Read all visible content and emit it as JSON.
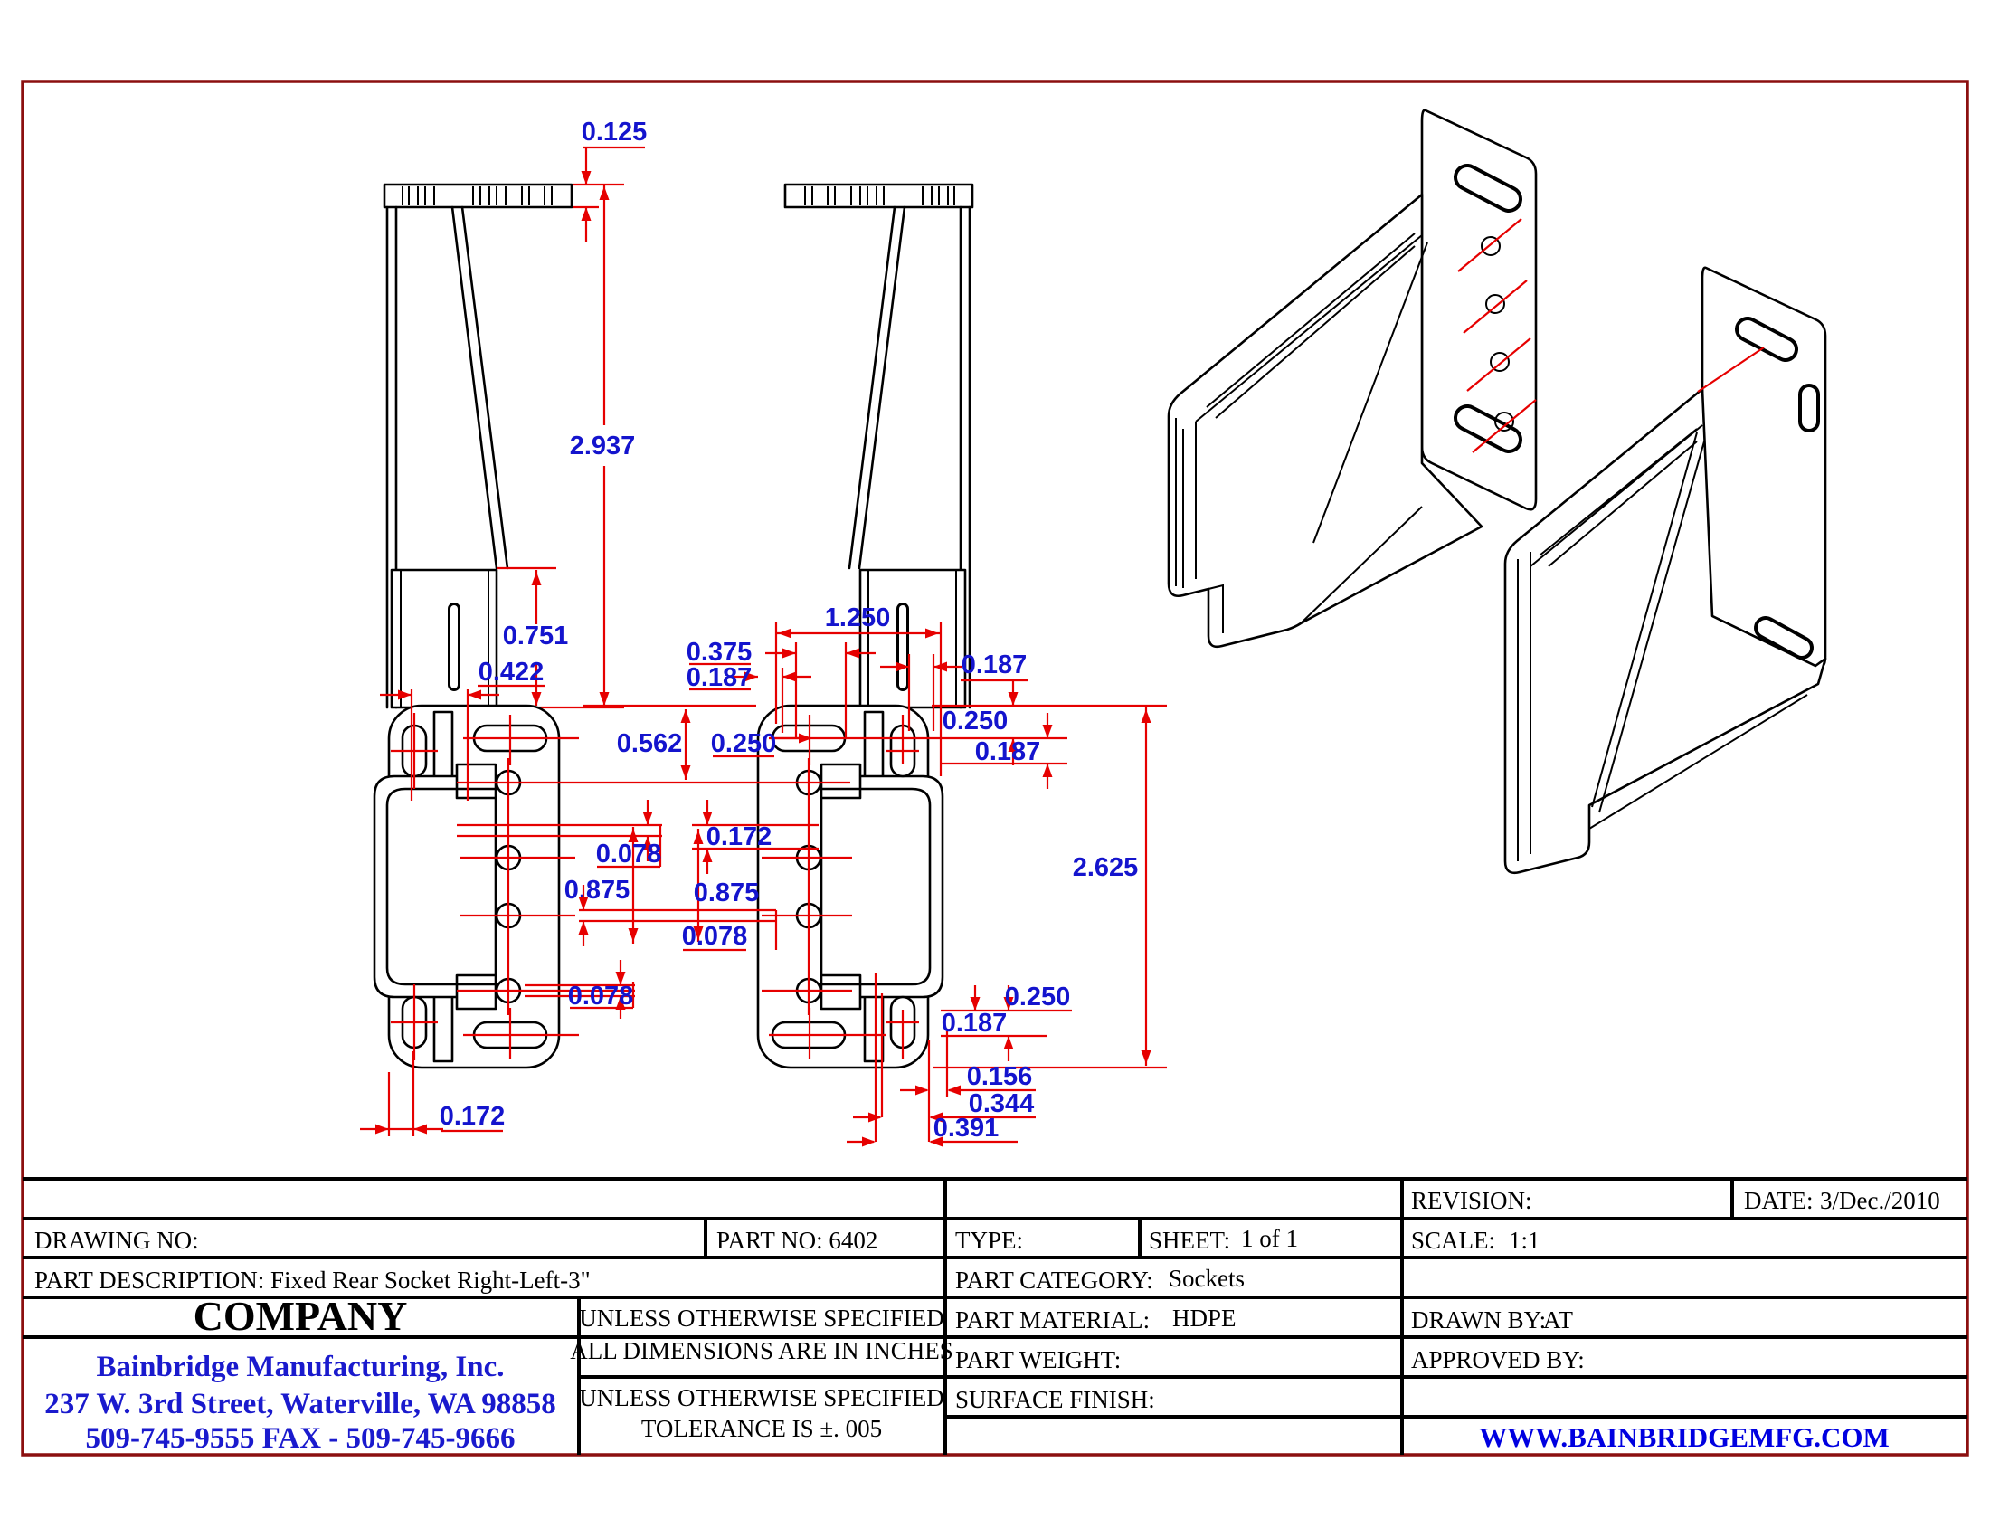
{
  "drawing": {
    "type": "engineering-drawing",
    "border_color": "#8b0f0f",
    "dimension_line_color": "#e60000",
    "dimension_text_color": "#1414cd",
    "object_line_color": "#000000"
  },
  "dims": {
    "d0125": "0.125",
    "d2937": "2.937",
    "d0751": "0.751",
    "d0422": "0.422",
    "d0562": "0.562",
    "d0250": "0.250",
    "d0375": "0.375",
    "d0187": "0.187",
    "d1250": "1.250",
    "d0172": "0.172",
    "d0078": "0.078",
    "d0875": "0.875",
    "d2625": "2.625",
    "d0156": "0.156",
    "d0344": "0.344",
    "d0391": "0.391"
  },
  "titleblock": {
    "revision_label": "REVISION:",
    "date_label": "DATE:",
    "date_value": "3/Dec./2010",
    "drawing_no_label": "DRAWING NO:",
    "part_no": "PART NO: 6402",
    "type_label": "TYPE:",
    "sheet_label": "SHEET:",
    "sheet_value": "1 of 1",
    "scale_label": "SCALE:",
    "scale_value": "1:1",
    "part_description": "PART DESCRIPTION: Fixed Rear Socket Right-Left-3\"",
    "part_category_label": "PART CATEGORY:",
    "part_category_value": "Sockets",
    "company": "COMPANY",
    "company_name": "Bainbridge Manufacturing, Inc.",
    "company_address": "237 W. 3rd Street, Waterville, WA 98858",
    "company_phone": "509-745-9555 FAX - 509-745-9666",
    "spec1_line1": "UNLESS OTHERWISE SPECIFIED",
    "spec1_line2": "ALL DIMENSIONS ARE IN INCHES",
    "spec2_line1": "UNLESS OTHERWISE SPECIFIED",
    "spec2_line2": "TOLERANCE IS  ±. 005",
    "part_material_label": "PART MATERIAL:",
    "part_material_value": "HDPE",
    "part_weight_label": "PART WEIGHT:",
    "surface_finish_label": "SURFACE FINISH:",
    "drawn_by_label": "DRAWN BY:",
    "drawn_by_value": "AT",
    "approved_by_label": "APPROVED BY:",
    "website": "WWW.BAINBRIDGEMFG.COM"
  }
}
